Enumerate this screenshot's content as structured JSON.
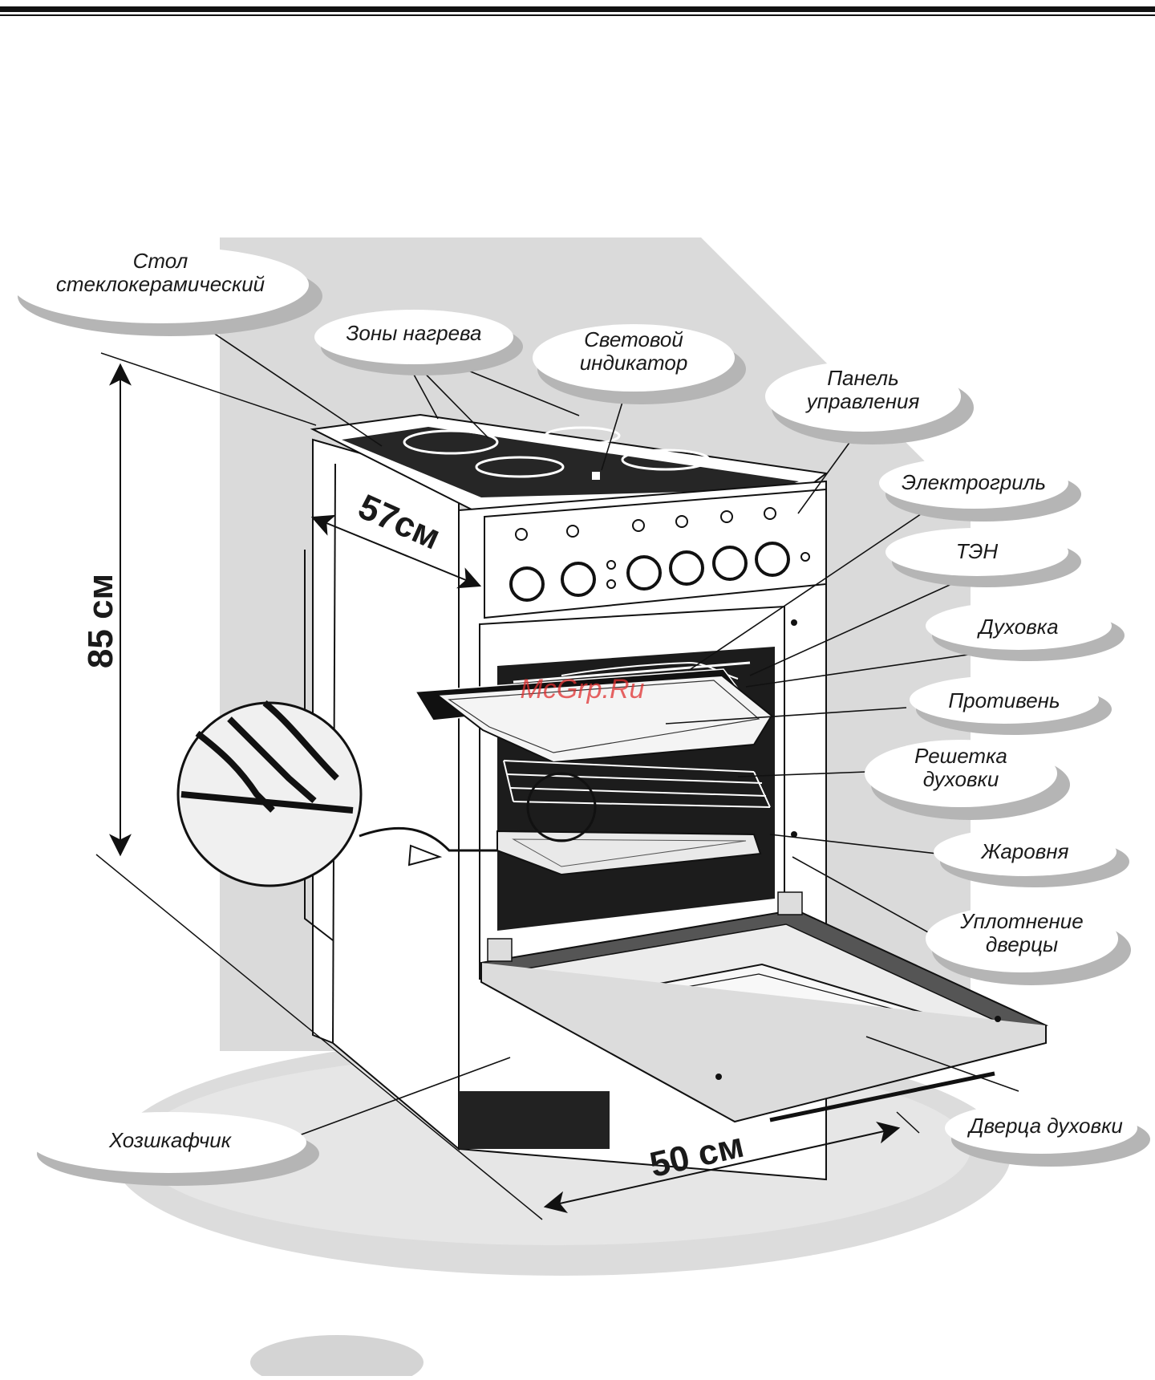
{
  "document": {
    "watermark": "McGrp.Ru"
  },
  "colors": {
    "background_gray": "#dadada",
    "bubble_shadow": "#b5b5b5",
    "outline": "#111111",
    "oven_interior": "#1c1c1c",
    "watermark": "#e03030"
  },
  "labels": {
    "glass_ceramic_top": [
      "Стол",
      "стеклокерамический"
    ],
    "heating_zones": [
      "Зоны нагрева"
    ],
    "light_indicator": [
      "Световой",
      "индикатор"
    ],
    "control_panel": [
      "Панель",
      "управления"
    ],
    "electric_grill": [
      "Электрогриль"
    ],
    "heating_element": [
      "ТЭН"
    ],
    "oven": [
      "Духовка"
    ],
    "baking_tray": [
      "Противень"
    ],
    "oven_rack": [
      "Решетка",
      "духовки"
    ],
    "roasting_pan": [
      "Жаровня"
    ],
    "door_seal": [
      "Уплотнение",
      "дверцы"
    ],
    "storage_drawer": [
      "Хозшкафчик"
    ],
    "oven_door": [
      "Дверца духовки"
    ]
  },
  "dimensions": {
    "height": "85 см",
    "depth": "57см",
    "width": "50 см"
  }
}
